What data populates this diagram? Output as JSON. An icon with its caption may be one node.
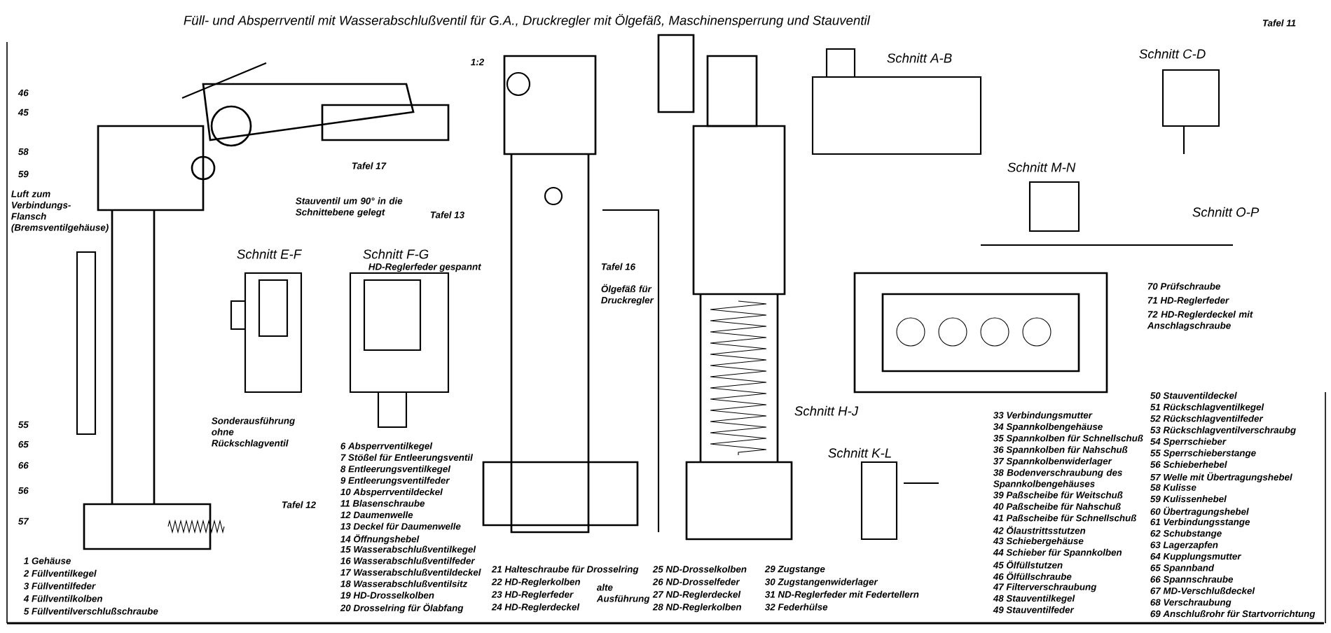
{
  "diagram": {
    "title": "Füll- und Absperrventil mit Wasserabschlußventil für G.A., Druckregler mit Ölgefäß, Maschinensperrung und Stauventil",
    "labels": [
      "Tafel 11",
      "1:2",
      "Schnitt A-B",
      "Schnitt C-D",
      "Tafel 17",
      "Stauventil um 90° in die Schnittebene gelegt",
      "Tafel 13",
      "Luft zum Verbindungs-Flansch (Bremsventilgehäuse)",
      "Schnitt E-F",
      "Schnitt F-G",
      "HD-Reglerfeder gespannt",
      "Schnitt M-N",
      "Schnitt O-P",
      "70 Prüfschraube",
      "71 HD-Reglerfeder",
      "72 HD-Reglerdeckel mit Anschlagschraube",
      "Ölgefäß für Druckregler",
      "Tafel 16",
      "Schnitt H-J",
      "Schnitt K-L",
      "Sonderausführung ohne Rückschlagventil",
      "Tafel 12",
      "46",
      "45",
      "58",
      "59",
      "55",
      "65",
      "66",
      "56",
      "57",
      "1 Gehäuse",
      "2 Füllventilkegel",
      "3 Füllventilfeder",
      "4 Füllventilkolben",
      "5 Füllventilverschlußschraube",
      "6 Absperrventilkegel",
      "7 Stößel für Entleerungsventil",
      "8 Entleerungsventilkegel",
      "9 Entleerungsventilfeder",
      "10 Absperrventildeckel",
      "11 Blasenschraube",
      "12 Daumenwelle",
      "13 Deckel für Daumenwelle",
      "14 Öffnungshebel",
      "15 Wasserabschlußventilkegel",
      "16 Wasserabschlußventilfeder",
      "17 Wasserabschlußventildeckel",
      "18 Wasserabschlußventilsitz",
      "19 HD-Drosselkolben",
      "20 Drosselring für Ölabfang",
      "21 Halteschraube für Drosselring",
      "22 HD-Reglerkolben",
      "23 HD-Reglerfeder",
      "24 HD-Reglerdeckel",
      "alte Ausführung",
      "25 ND-Drosselkolben",
      "26 ND-Drosselfeder",
      "27 ND-Reglerdeckel",
      "28 ND-Reglerkolben",
      "29 Zugstange",
      "30 Zugstangenwiderlager",
      "31 ND-Reglerfeder mit Federtellern",
      "32 Federhülse",
      "33 Verbindungsmutter",
      "34 Spannkolbengehäuse",
      "35 Spannkolben für Schnellschuß",
      "36 Spannkolben für Nahschuß",
      "37 Spannkolbenwiderlager",
      "38 Bodenverschraubung des Spannkolbengehäuses",
      "39 Paßscheibe für Weitschuß",
      "40 Paßscheibe für Nahschuß",
      "41 Paßscheibe für Schnellschuß",
      "42 Ölaustrittsstutzen",
      "43 Schiebergehäuse",
      "44 Schieber für Spannkolben",
      "45 Ölfüllstutzen",
      "46 Ölfüllschraube",
      "47 Filterverschraubung",
      "48 Stauventilkegel",
      "49 Stauventilfeder",
      "50 Stauventildeckel",
      "51 Rückschlagventilkegel",
      "52 Rückschlagventilfeder",
      "53 Rückschlagventilverschraubg",
      "54 Sperrschieber",
      "55 Sperrschieberstange",
      "56 Schieberhebel",
      "57 Welle mit Übertragungshebel",
      "58 Kulisse",
      "59 Kulissenhebel",
      "60 Übertragungshebel",
      "61 Verbindungsstange",
      "62 Schubstange",
      "63 Lagerzapfen",
      "64 Kupplungsmutter",
      "65 Spannband",
      "66 Spannschraube",
      "67 MD-Verschlußdeckel",
      "68 Verschraubung",
      "69 Anschlußrohr für Startvorrichtung"
    ]
  }
}
